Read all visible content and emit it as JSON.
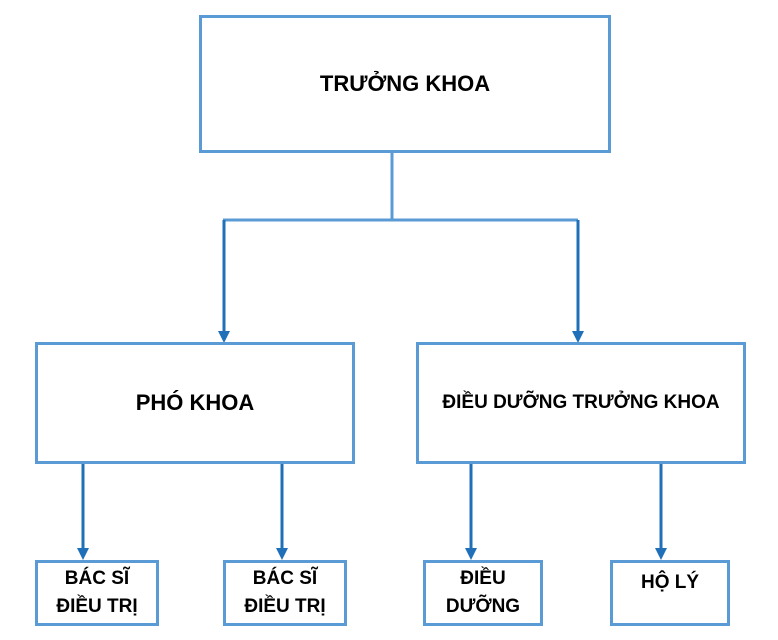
{
  "colors": {
    "box_border": "#5b9bd5",
    "arrow": "#1f70b8",
    "connector": "#5b9bd5"
  },
  "nodes": {
    "truong_khoa": "TRƯỞNG KHOA",
    "pho_khoa": "PHÓ KHOA",
    "dieu_duong_truong_khoa": "ĐIỀU DƯỠNG TRƯỞNG KHOA",
    "bac_si_1": {
      "line1": "BÁC SĨ",
      "line2": "ĐIỀU TRỊ"
    },
    "bac_si_2": {
      "line1": "BÁC SĨ",
      "line2": "ĐIỀU TRỊ"
    },
    "dieu_duong": {
      "line1": "ĐIỀU",
      "line2": "DƯỠNG"
    },
    "ho_ly": "HỘ LÝ"
  }
}
